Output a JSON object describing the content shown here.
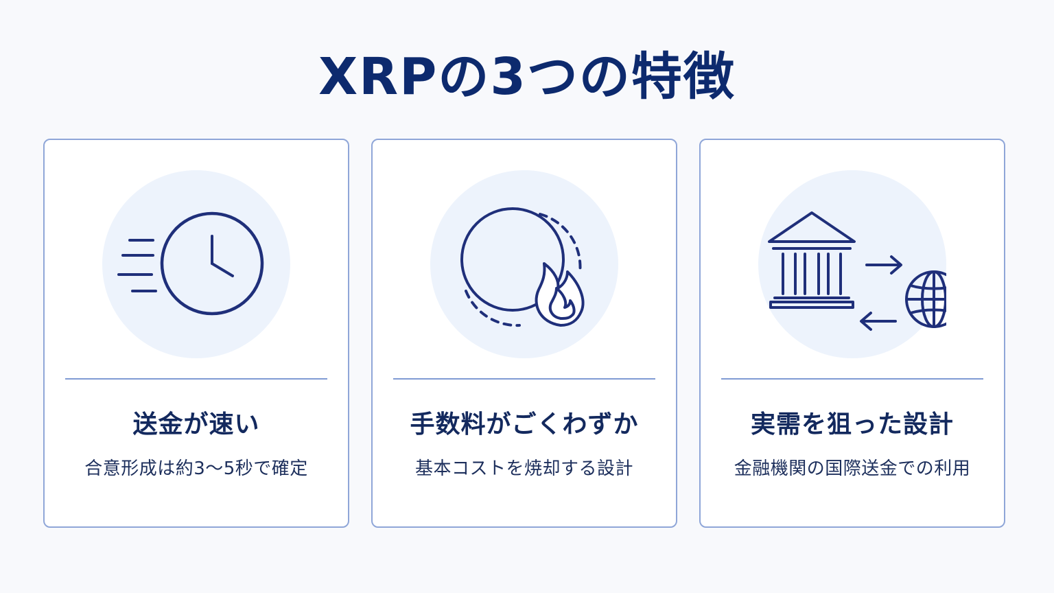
{
  "title": "XRPの3つの特徴",
  "colors": {
    "primary": "#0d2a6e",
    "border": "#8fa6d8",
    "icon_bg": "#edf3fc"
  },
  "cards": [
    {
      "icon": "fast-clock-icon",
      "title": "送金が速い",
      "subtitle": "合意形成は約3〜5秒で確定"
    },
    {
      "icon": "burning-coin-icon",
      "title": "手数料がごくわずか",
      "subtitle": "基本コストを焼却する設計"
    },
    {
      "icon": "bank-globe-exchange-icon",
      "title": "実需を狙った設計",
      "subtitle": "金融機関の国際送金での利用"
    }
  ]
}
